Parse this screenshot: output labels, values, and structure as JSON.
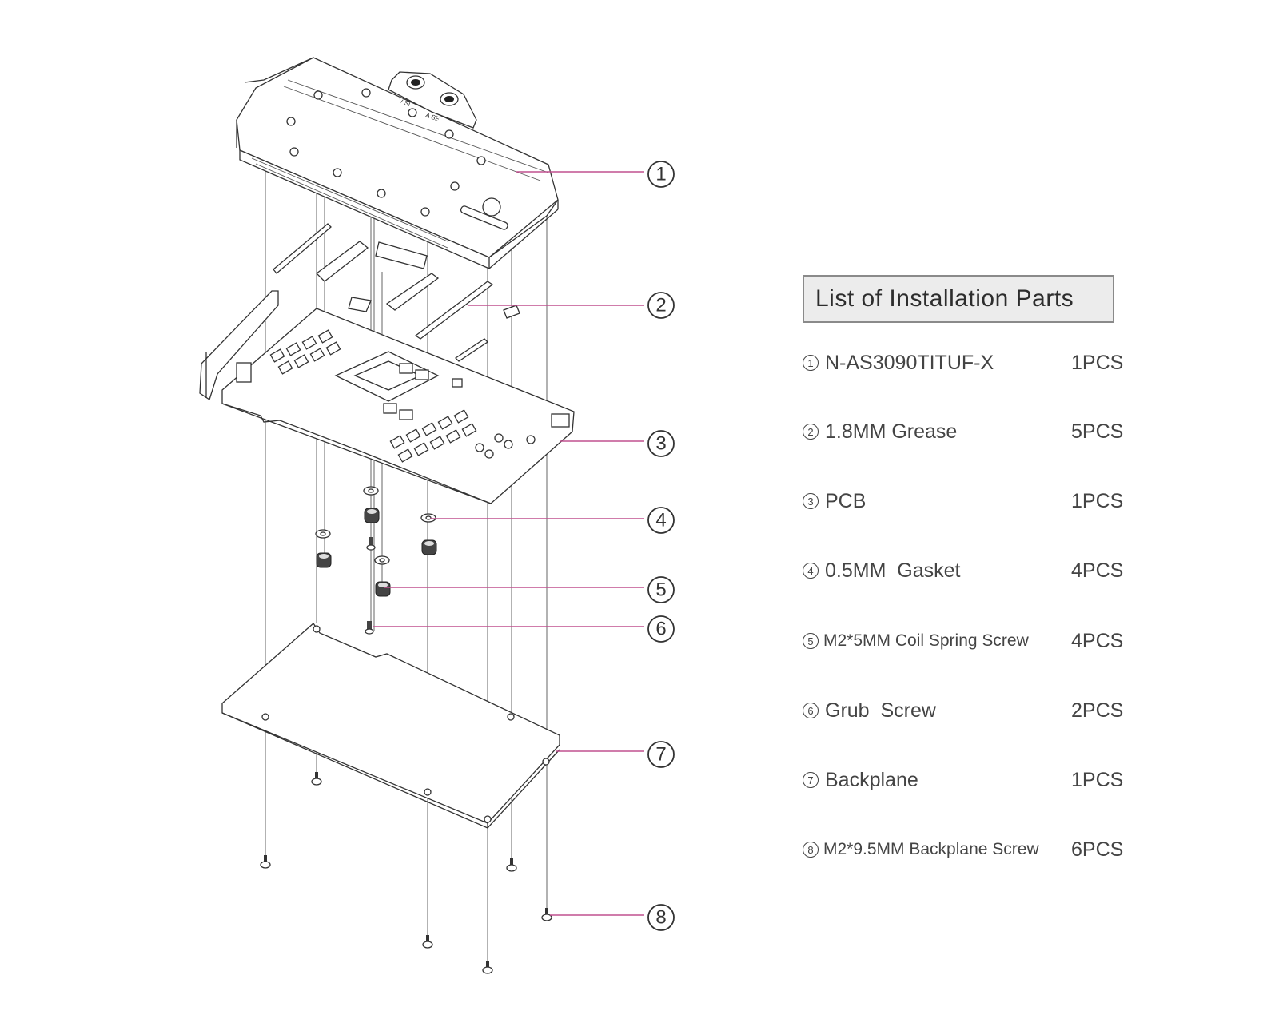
{
  "diagram": {
    "title": "GPU water block exploded installation diagram",
    "leader_color": "#c0508f",
    "callouts": [
      {
        "number": "1",
        "part": "water block"
      },
      {
        "number": "2",
        "part": "thermal pads"
      },
      {
        "number": "3",
        "part": "PCB"
      },
      {
        "number": "4",
        "part": "gasket"
      },
      {
        "number": "5",
        "part": "coil spring screw"
      },
      {
        "number": "6",
        "part": "grub screw"
      },
      {
        "number": "7",
        "part": "backplane"
      },
      {
        "number": "8",
        "part": "backplane screw"
      }
    ]
  },
  "parts_list": {
    "title": "List of Installation Parts",
    "items": [
      {
        "number": "1",
        "name": "N-AS3090TITUF-X",
        "qty": "1PCS"
      },
      {
        "number": "2",
        "name": "1.8MM Grease",
        "qty": "5PCS"
      },
      {
        "number": "3",
        "name": "PCB",
        "qty": "1PCS"
      },
      {
        "number": "4",
        "name": "0.5MM  Gasket",
        "qty": "4PCS"
      },
      {
        "number": "5",
        "name": "M2*5MM Coil Spring Screw",
        "qty": "4PCS"
      },
      {
        "number": "6",
        "name": "Grub  Screw",
        "qty": "2PCS"
      },
      {
        "number": "7",
        "name": "Backplane",
        "qty": "1PCS"
      },
      {
        "number": "8",
        "name": "M2*9.5MM Backplane Screw",
        "qty": "6PCS"
      }
    ]
  }
}
